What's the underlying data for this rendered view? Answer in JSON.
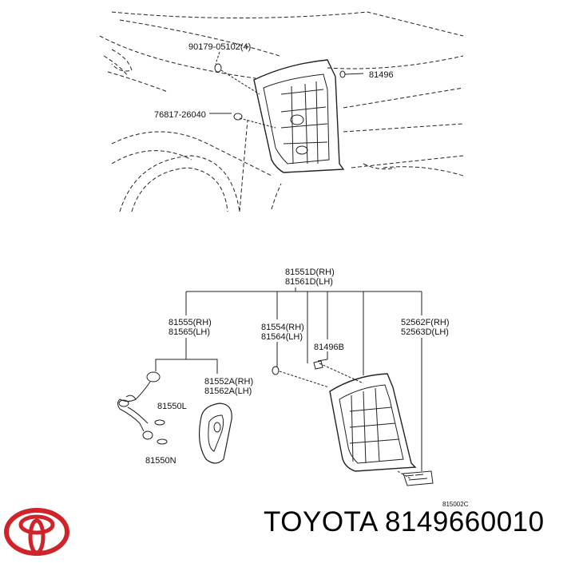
{
  "labels": {
    "l1": "90179-05102(4)",
    "l2": "81496",
    "l3": "76817-26040",
    "l4a": "81551D(RH)",
    "l4b": "81561D(LH)",
    "l5a": "81555(RH)",
    "l5b": "81565(LH)",
    "l6a": "81554(RH)",
    "l6b": "81564(LH)",
    "l7a": "52562F(RH)",
    "l7b": "52563D(LH)",
    "l8": "81496B",
    "l9a": "81552A(RH)",
    "l9b": "81562A(LH)",
    "l10": "81550L",
    "l11": "81550N",
    "l12": "815002C"
  },
  "footer": {
    "brand_text": "TOYOTA 8149660010",
    "logo_icon": "toyota-logo-icon",
    "logo_color": "#d0242b"
  }
}
